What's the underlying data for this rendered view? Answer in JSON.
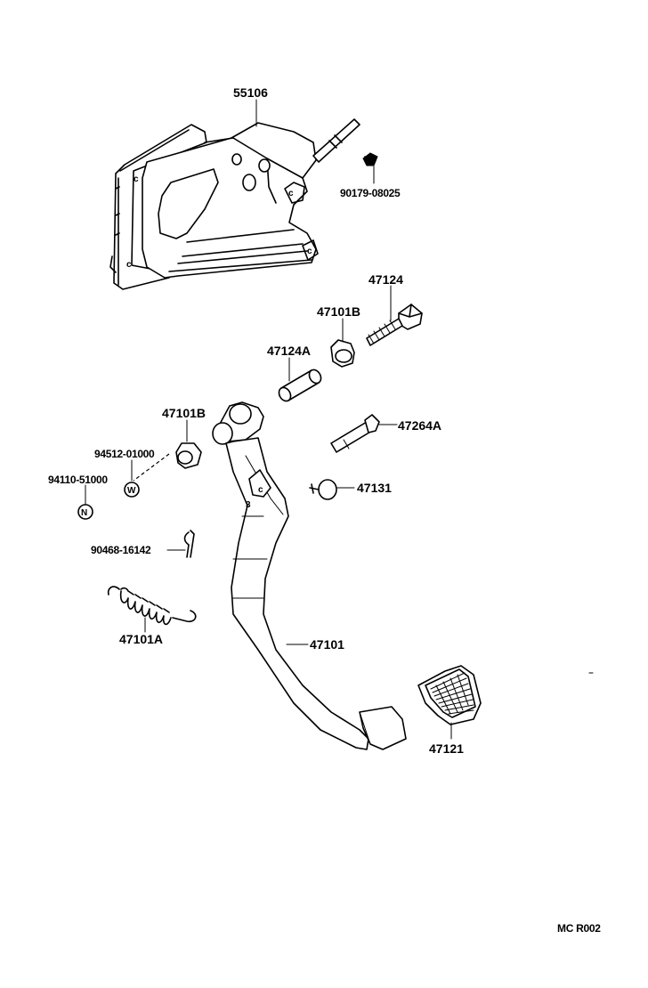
{
  "parts": {
    "bracket": "55106",
    "clip": "90179-08025",
    "bolt": "47124",
    "bushing_upper": "47101B",
    "collar": "47124A",
    "bushing_left": "47101B",
    "pin": "47264A",
    "washer": "94512-01000",
    "nut": "94110-51000",
    "stopper": "47131",
    "cotter_pin": "90468-16142",
    "spring": "47101A",
    "pedal_arm": "47101",
    "pedal_pad": "47121"
  },
  "symbols": {
    "washer": "W",
    "nut": "N"
  },
  "diagram_code": "MC R002"
}
